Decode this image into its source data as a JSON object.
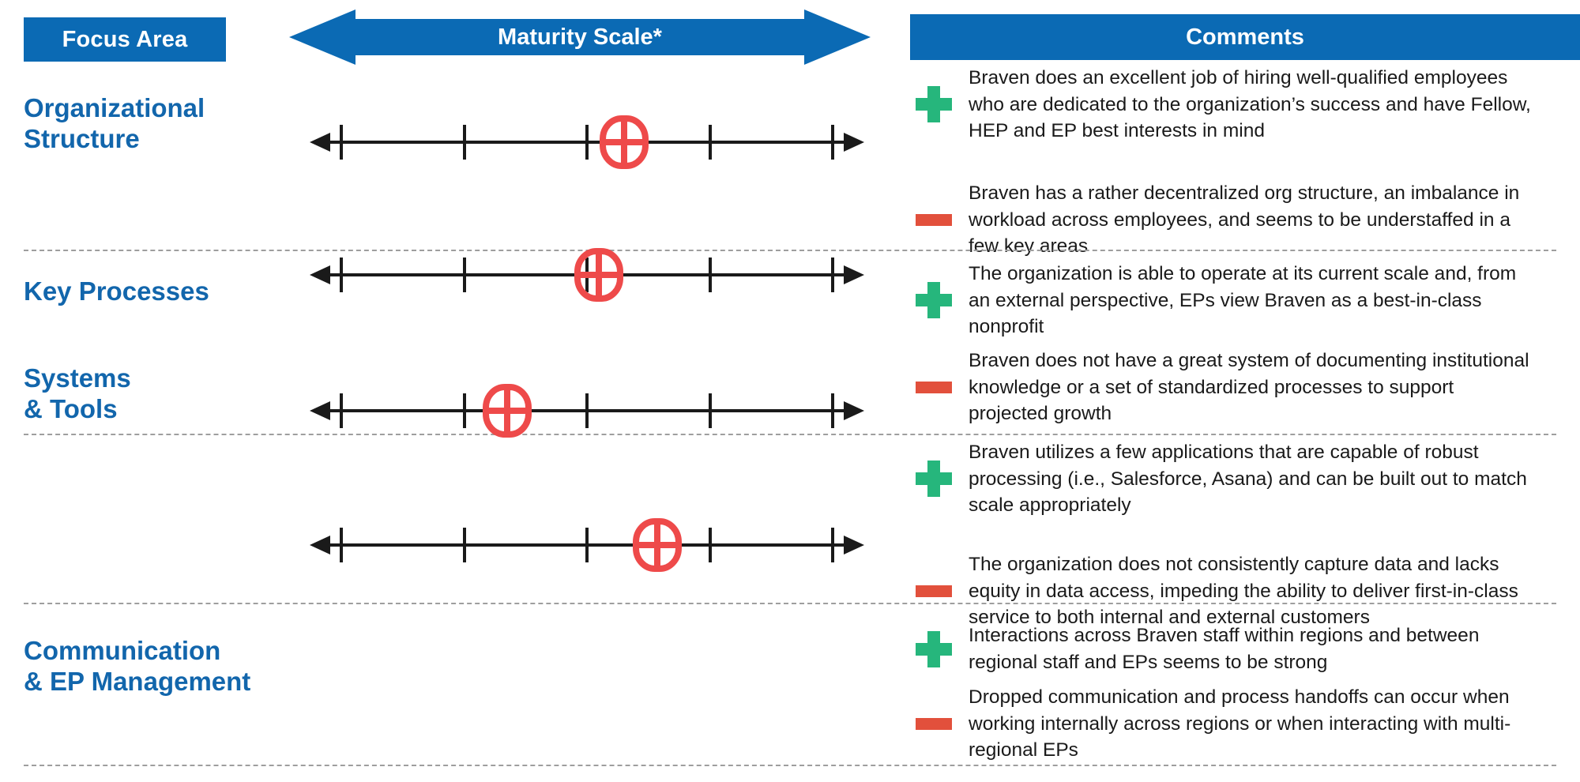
{
  "header": {
    "focus_area": "Focus Area",
    "maturity_scale": "Maturity Scale*",
    "comments": "Comments"
  },
  "colors": {
    "header_blue": "#0B6AB4",
    "label_blue": "#1266AC",
    "plus_green": "#26B67C",
    "minus_red": "#E2503C",
    "marker_red": "#EE4A4A",
    "divider_gray": "#9e9e9e"
  },
  "icons": {
    "plus": "plus-icon",
    "minus": "minus-icon",
    "marker": "maturity-marker-icon",
    "left_arrow": "arrow-left-icon",
    "right_arrow": "arrow-right-icon"
  },
  "chart_data": {
    "type": "scatter",
    "title": "Maturity Scale*",
    "xlabel": "",
    "ylabel": "Focus Area",
    "grid": false,
    "legend": "none",
    "axis_ticks": 5,
    "xlim": [
      1,
      5
    ],
    "categories": [
      "Organizational Structure",
      "Key Processes",
      "Systems & Tools",
      "Communication & EP Management"
    ],
    "values": [
      3.3,
      3.05,
      2.4,
      3.65
    ]
  },
  "rows": [
    {
      "focus_area": "Organizational\nStructure",
      "focus_line1": "Organizational",
      "focus_line2": "Structure",
      "rating": 3.3,
      "comments": [
        {
          "type": "positive",
          "text": "Braven does an excellent job of hiring well-qualified employees who are dedicated to the organization’s success and have Fellow, HEP and EP best interests in mind"
        },
        {
          "type": "negative",
          "text": "Braven has a rather decentralized org structure, an imbalance in workload across employees, and seems to be understaffed in a few key areas"
        }
      ]
    },
    {
      "focus_area": "Key Processes",
      "focus_line1": "Key Processes",
      "focus_line2": "",
      "rating": 3.05,
      "comments": [
        {
          "type": "positive",
          "text": "The organization is able to operate at its current scale and, from an external perspective, EPs view Braven as a best-in-class nonprofit"
        },
        {
          "type": "negative",
          "text": "Braven does not have a great system of documenting institutional knowledge or a set of standardized processes to support projected growth"
        }
      ]
    },
    {
      "focus_area": "Systems\n& Tools",
      "focus_line1": "Systems",
      "focus_line2": "& Tools",
      "rating": 2.4,
      "comments": [
        {
          "type": "positive",
          "text": "Braven utilizes a few applications that are capable of robust processing (i.e., Salesforce, Asana) and can be built out to match scale appropriately"
        },
        {
          "type": "negative",
          "text": "The organization does not consistently capture data and lacks equity in data access, impeding the ability to deliver first-in-class service to both internal and external customers"
        }
      ]
    },
    {
      "focus_area": "Communication\n& EP Management",
      "focus_line1": "Communication",
      "focus_line2": "& EP Management",
      "rating": 3.65,
      "comments": [
        {
          "type": "positive",
          "text": "Interactions across Braven staff within regions and between regional staff and EPs seems to be strong"
        },
        {
          "type": "negative",
          "text": "Dropped communication and process handoffs can occur when working internally across regions or when interacting with multi-regional EPs"
        }
      ]
    }
  ]
}
